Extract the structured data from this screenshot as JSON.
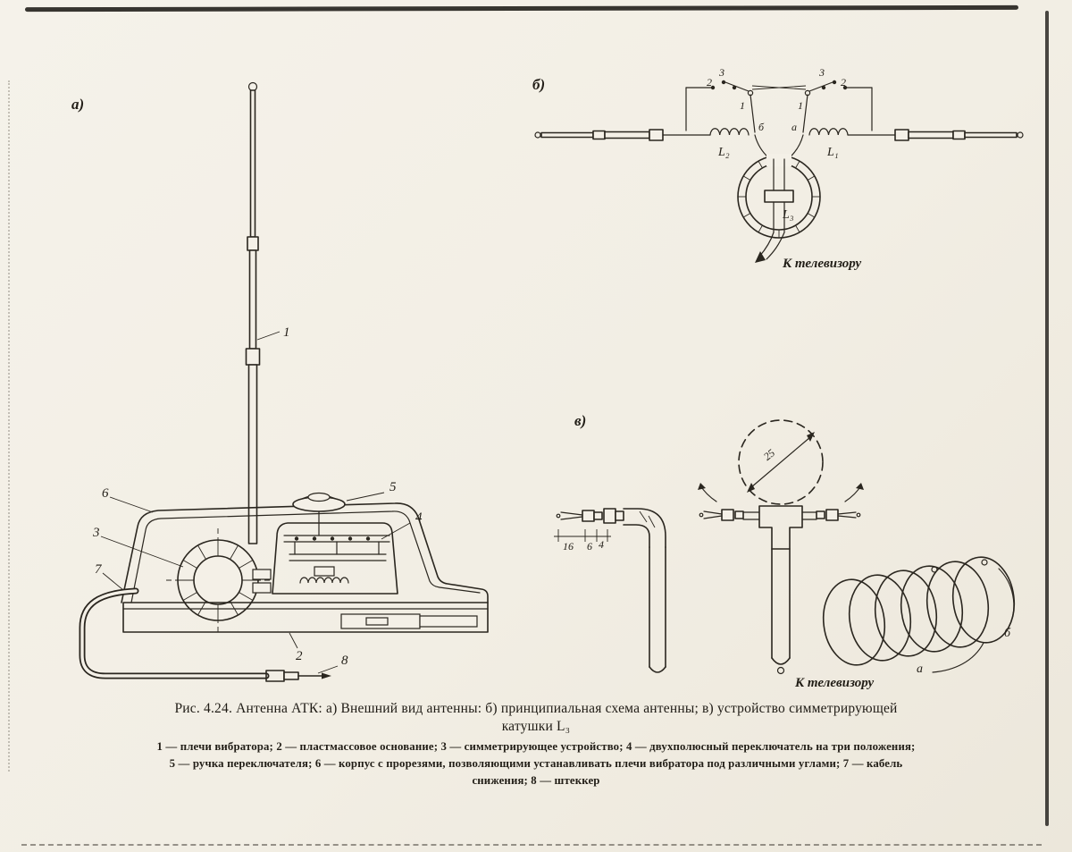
{
  "caption": {
    "line1": "Рис. 4.24. Антенна АТК: а) Внешний вид антенны: б) принципиальная схема антенны; в) устройство симметрирующей",
    "line2": "катушки L₃"
  },
  "legend": {
    "line1": "1 — плечи вибратора; 2 — пластмассовое основание; 3 — симметрирующее устройство; 4 — двухполюсный переключатель на три положения;",
    "line2": "5 — ручка переключателя; 6 — корпус с прорезями, позволяющими устанавливать плечи вибратора под различными углами; 7 — кабель",
    "line3": "снижения; 8 — штеккер"
  },
  "figure": {
    "part_a": {
      "label": "а)",
      "callout_1": "1",
      "callout_2": "2",
      "callout_3": "3",
      "callout_4": "4",
      "callout_5": "5",
      "callout_6": "6",
      "callout_7": "7",
      "callout_8": "8"
    },
    "part_b": {
      "label": "б)",
      "pos_left_3": "3",
      "pos_left_2": "2",
      "pos_left_1": "1",
      "pos_right_3": "3",
      "pos_right_2": "2",
      "pos_right_1": "1",
      "point_b": "б",
      "point_a": "а",
      "coil_l2": "L₂",
      "coil_l1": "L₁",
      "coil_l3": "L₃",
      "to_tv": "К телевизору"
    },
    "part_v": {
      "label": "в)",
      "dim_25": "25",
      "dim_16": "16",
      "dim_6": "6",
      "dim_4": "4",
      "to_tv": "К телевизору",
      "wire_a": "а",
      "wire_b": "б"
    }
  }
}
